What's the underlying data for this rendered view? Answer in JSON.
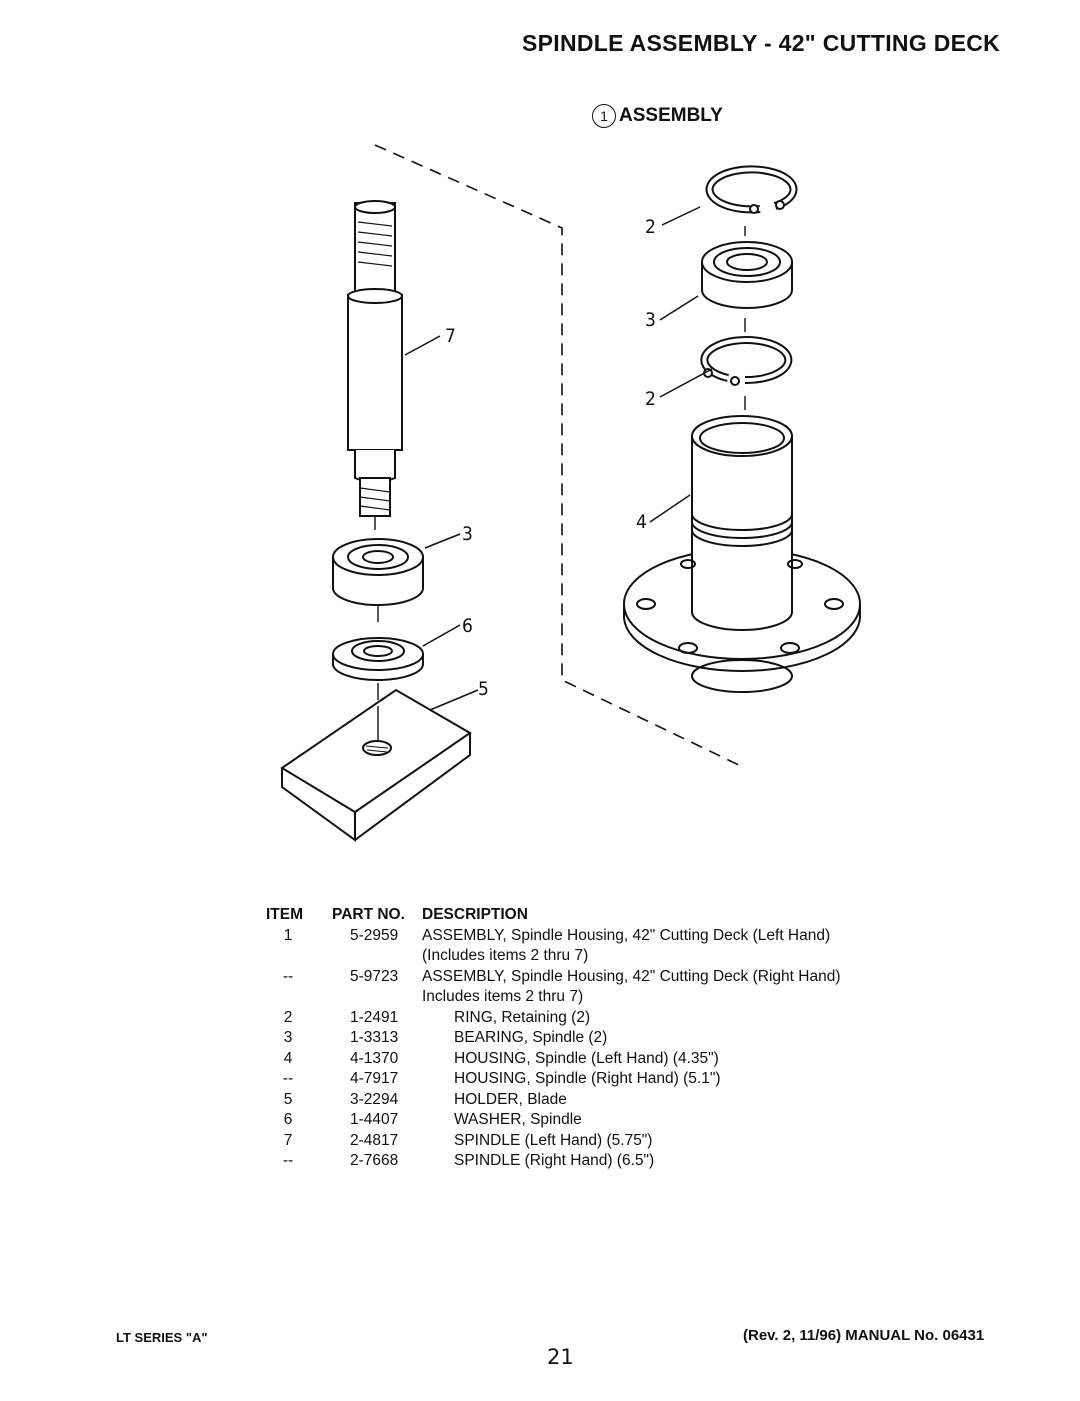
{
  "header": {
    "title": "SPINDLE ASSEMBLY - 42\" CUTTING DECK",
    "section_number": "1",
    "section_label": "ASSEMBLY"
  },
  "diagram": {
    "callouts": {
      "c7": "7",
      "c3a": "3",
      "c6": "6",
      "c5": "5",
      "c2a": "2",
      "c3b": "3",
      "c2b": "2",
      "c4": "4"
    }
  },
  "parts_table": {
    "headers": {
      "item": "ITEM",
      "part_no": "PART NO.",
      "description": "DESCRIPTION"
    },
    "rows": [
      {
        "item": "1",
        "part_no": "5-2959",
        "description": "ASSEMBLY, Spindle Housing, 42\" Cutting Deck (Left Hand)"
      },
      {
        "item": "",
        "part_no": "",
        "description": "(Includes items 2 thru 7)"
      },
      {
        "item": "--",
        "part_no": "5-9723",
        "description": "ASSEMBLY, Spindle Housing, 42\" Cutting Deck (Right Hand)"
      },
      {
        "item": "",
        "part_no": "",
        "description": "Includes items 2 thru 7)"
      },
      {
        "item": "2",
        "part_no": "1-2491",
        "description": "RING, Retaining (2)"
      },
      {
        "item": "3",
        "part_no": "1-3313",
        "description": "BEARING, Spindle (2)"
      },
      {
        "item": "4",
        "part_no": "4-1370",
        "description": "HOUSING, Spindle (Left Hand) (4.35\")"
      },
      {
        "item": "--",
        "part_no": "4-7917",
        "description": "HOUSING, Spindle (Right Hand) (5.1\")"
      },
      {
        "item": "5",
        "part_no": "3-2294",
        "description": "HOLDER, Blade"
      },
      {
        "item": "6",
        "part_no": "1-4407",
        "description": "WASHER, Spindle"
      },
      {
        "item": "7",
        "part_no": "2-4817",
        "description": "SPINDLE (Left Hand) (5.75\")"
      },
      {
        "item": "--",
        "part_no": "2-7668",
        "description": "SPINDLE (Right Hand) (6.5\")"
      }
    ]
  },
  "footer": {
    "series": "LT SERIES \"A\"",
    "page": "21",
    "manual": "(Rev. 2, 11/96) MANUAL No. 06431"
  }
}
